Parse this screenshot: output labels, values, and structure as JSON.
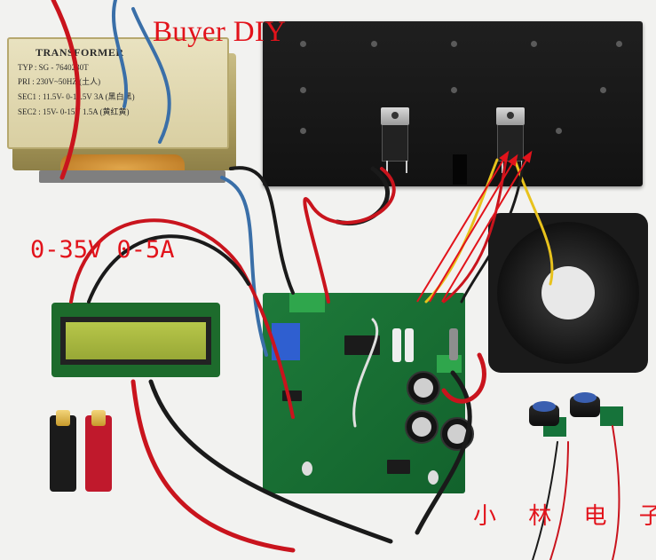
{
  "overlay": {
    "brand": "Buyer DIY",
    "spec": "0-35V 0-5A",
    "shop": "小 林 电 子"
  },
  "transformer_label": {
    "title": "TRANSFORMER",
    "lines": [
      "TYP : SG - 7640230T",
      "PRI : 230V~50HZ (土人)",
      "SEC1 : 11.5V- 0-11.5V 3A (黑白黑)",
      "SEC2 : 15V- 0-15V 1.5A (黄红黄)"
    ]
  },
  "colors": {
    "overlay_text": "#e2131b",
    "pcb": "#1e7a3a",
    "heatsink": "#121212",
    "lcd_glass": "#a8b83e"
  },
  "icons": [
    "transformer-icon",
    "heatsink-icon",
    "fan-icon",
    "lcd-module-icon",
    "binding-post-icon",
    "pcb-board-icon",
    "potentiometer-knob-icon"
  ]
}
